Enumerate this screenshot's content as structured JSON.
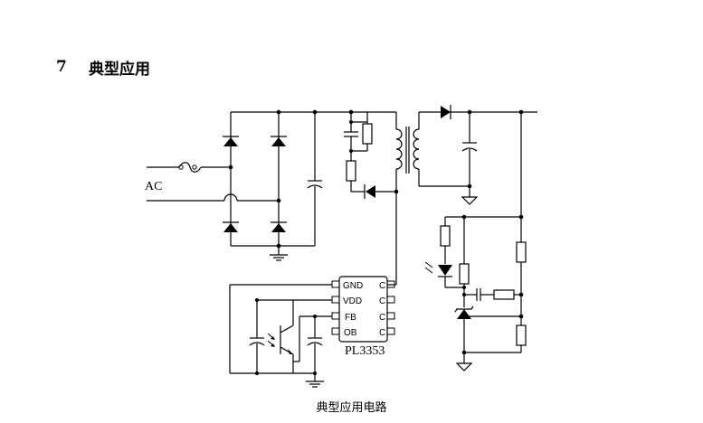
{
  "section": {
    "number": "7",
    "title": "典型应用"
  },
  "caption": "典型应用电路",
  "diagram": {
    "ac_label": "AC",
    "chip": {
      "name": "PL3353",
      "left_pins": [
        "GND",
        "VDD",
        "FB",
        "OB"
      ],
      "right_pins": [
        "C",
        "C",
        "C",
        "C"
      ]
    }
  }
}
